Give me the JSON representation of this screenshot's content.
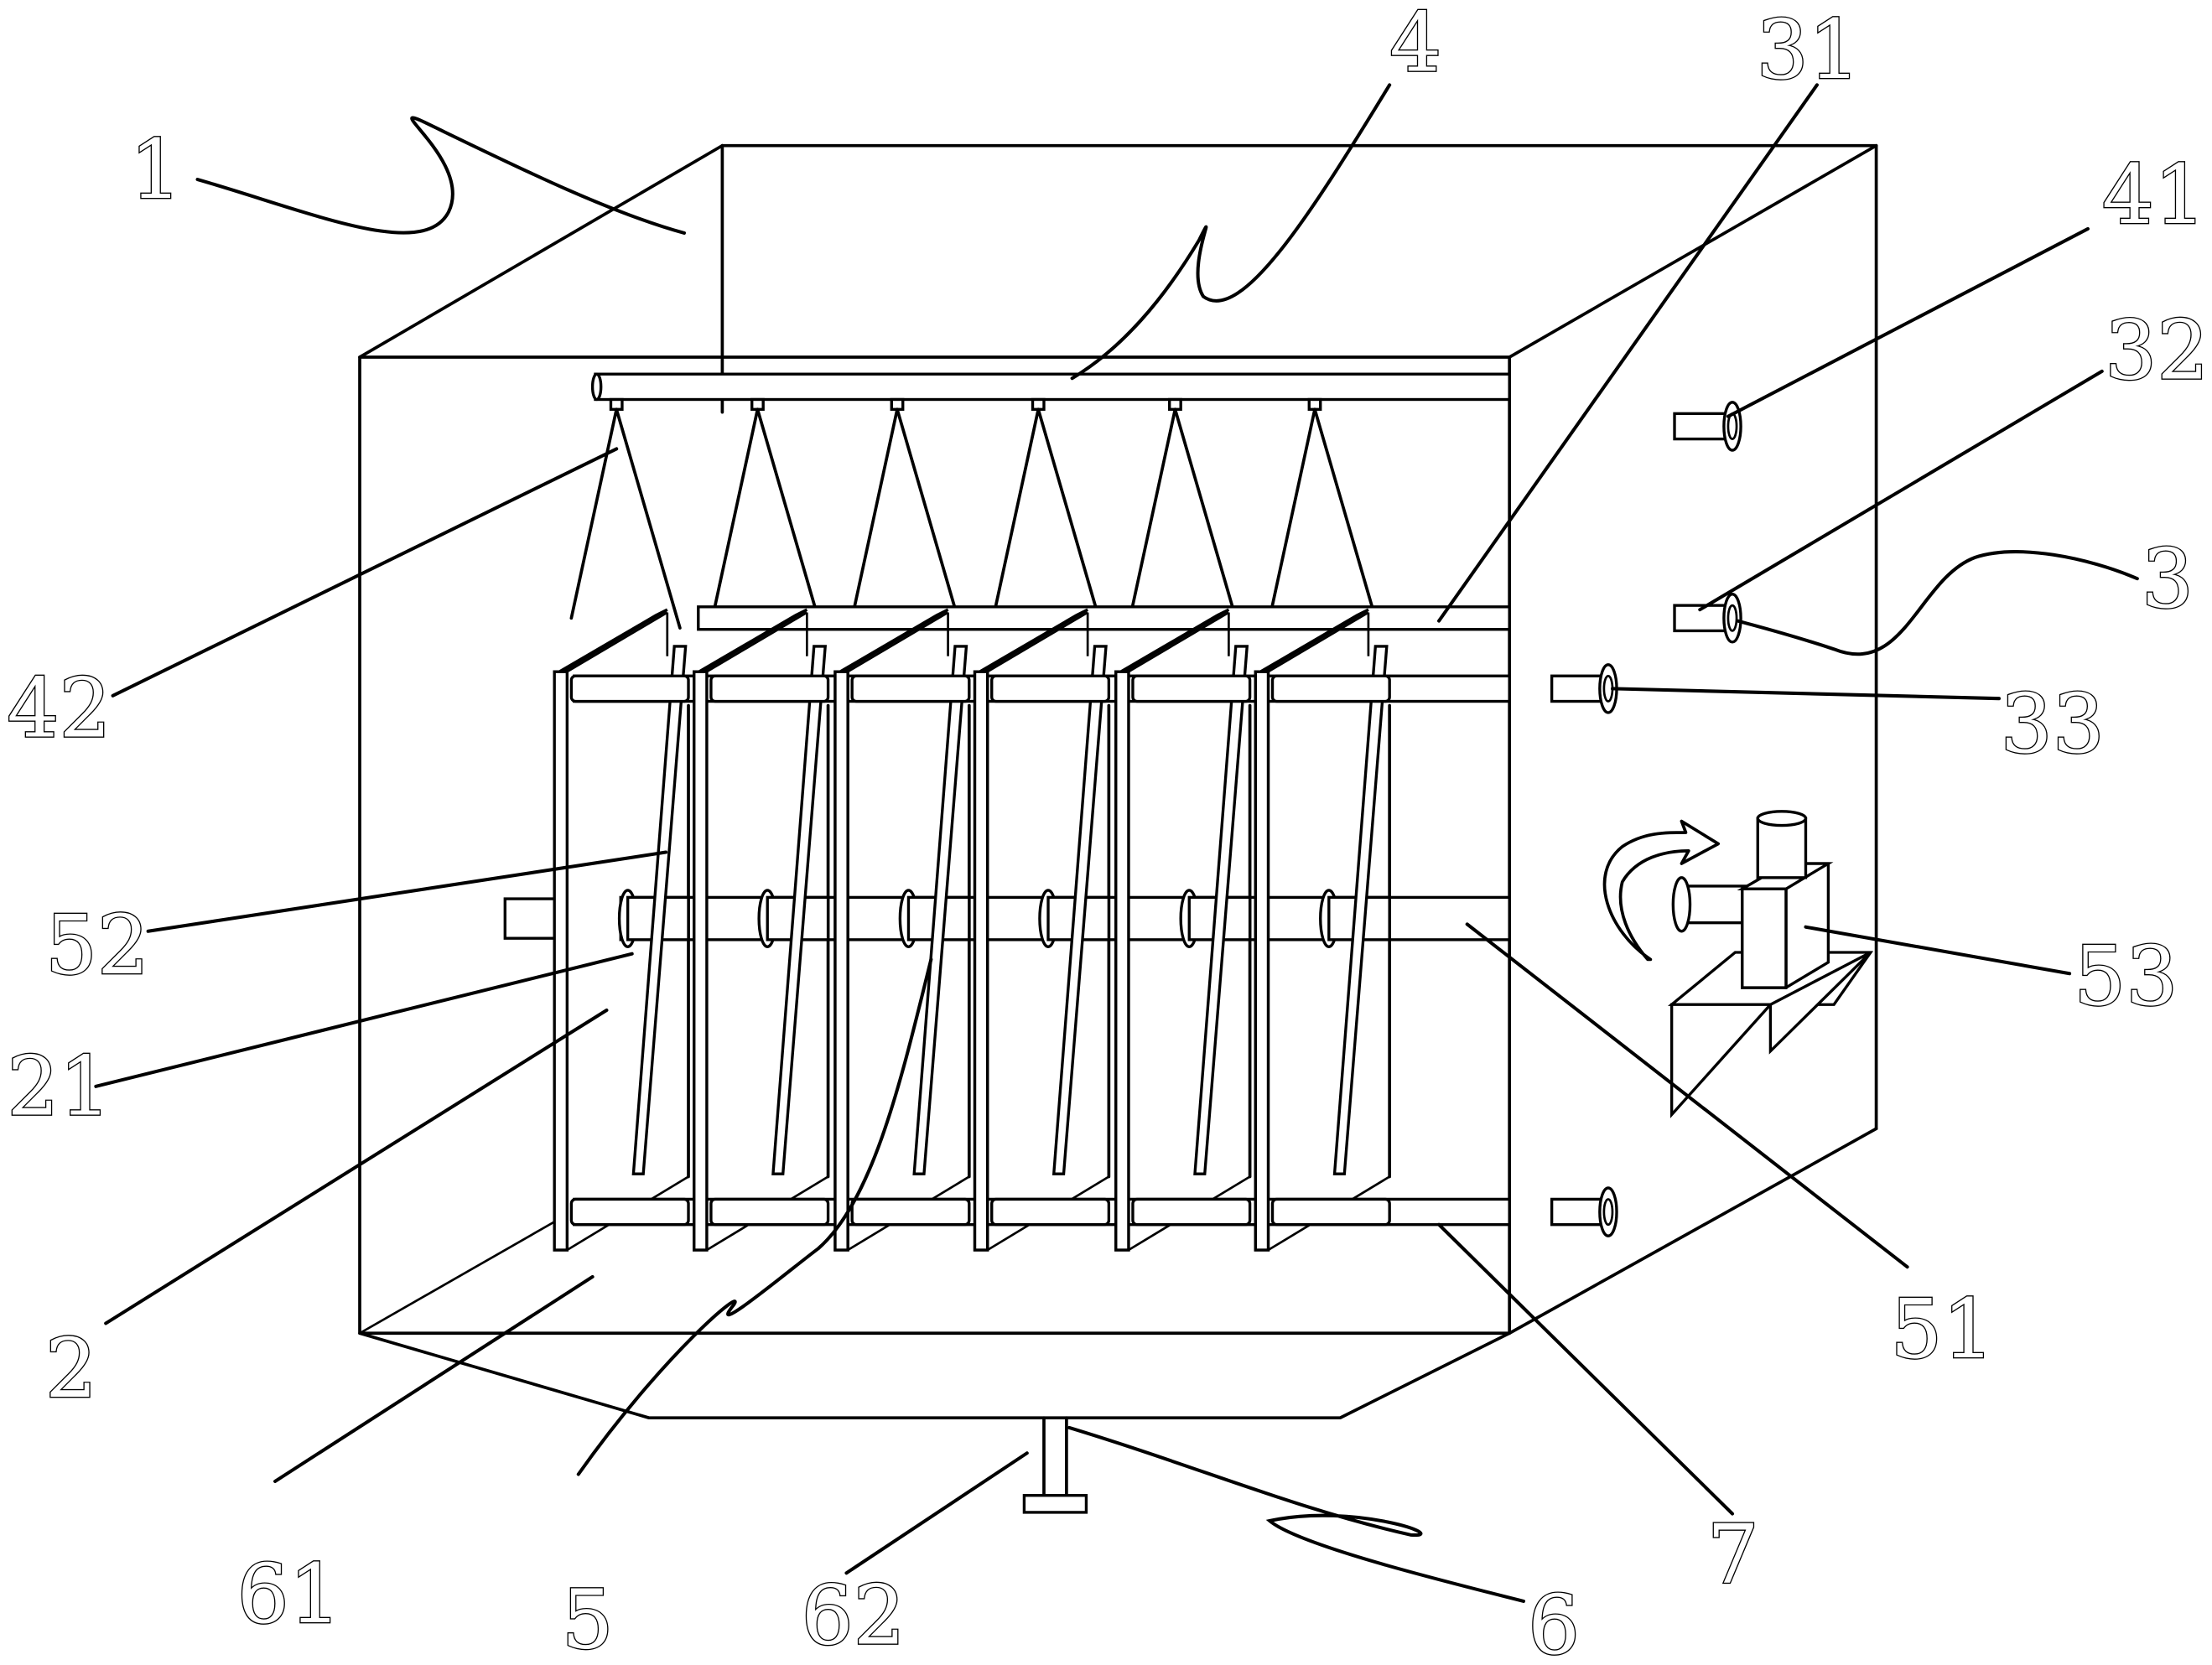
{
  "figure": {
    "description": "Patent-style perspective drawing of a box enclosure with spray pipe, rotating plate assembly, inlet/outlet ports, drive motor and bottom drain",
    "reference_numerals": [
      {
        "id": "1",
        "part": "enclosure"
      },
      {
        "id": "2",
        "part": "plate"
      },
      {
        "id": "21",
        "part": "plate-hole"
      },
      {
        "id": "3",
        "part": "port-assembly"
      },
      {
        "id": "31",
        "part": "upper-pipe"
      },
      {
        "id": "32",
        "part": "port-flange"
      },
      {
        "id": "33",
        "part": "middle-port"
      },
      {
        "id": "4",
        "part": "spray-pipe"
      },
      {
        "id": "41",
        "part": "spray-inlet"
      },
      {
        "id": "42",
        "part": "nozzle"
      },
      {
        "id": "5",
        "part": "rotating-assembly"
      },
      {
        "id": "51",
        "part": "drive-shaft"
      },
      {
        "id": "52",
        "part": "scraper-rod"
      },
      {
        "id": "53",
        "part": "motor"
      },
      {
        "id": "6",
        "part": "drain-assembly"
      },
      {
        "id": "61",
        "part": "hopper-bottom"
      },
      {
        "id": "62",
        "part": "drain-pipe"
      },
      {
        "id": "7",
        "part": "lower-pipe"
      }
    ]
  },
  "labels": {
    "l1": "1",
    "l4": "4",
    "l31": "31",
    "l41": "41",
    "l32": "32",
    "l3": "3",
    "l33": "33",
    "l42": "42",
    "l52": "52",
    "l53": "53",
    "l21": "21",
    "l2": "2",
    "l51": "51",
    "l7": "7",
    "l61": "61",
    "l5": "5",
    "l62": "62",
    "l6": "6"
  }
}
